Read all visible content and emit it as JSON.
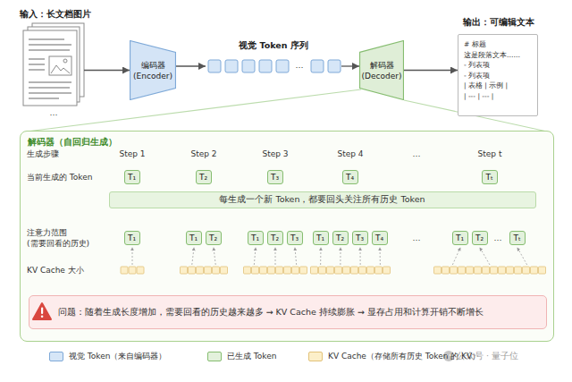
{
  "diagram": {
    "nodes": [
      {
        "text": [
          "输入：长文档图片"
        ]
      },
      {
        "text": [
          "编码器 (Encoder)"
        ]
      },
      {
        "text": [
          "视觉 Token 序列"
        ]
      },
      {
        "text": [
          "解码器 (Decoder)"
        ]
      },
      {
        "text": [
          "输出：可编辑文本",
          "# 标题",
          "这是段落文本……",
          "- 列表项",
          "- 列表项",
          "| 表格 | 示例 |",
          "| --- | --- |"
        ]
      },
      {
        "text": [
          "解码器（自回归生成）"
        ]
      },
      {
        "text": [
          "T₁"
        ],
        "in": 5
      },
      {
        "text": [
          "T₂"
        ],
        "in": 5
      },
      {
        "text": [
          "T₃"
        ],
        "in": 5
      },
      {
        "text": [
          "T₄"
        ],
        "in": 5
      },
      {
        "text": [
          "Tₜ"
        ],
        "in": 5
      },
      {
        "text": [
          "每生成一个新 Token，都要回头关注所有历史 Token"
        ],
        "in": 5
      },
      {
        "text": [
          "T₁"
        ],
        "in": 5
      },
      {
        "text": [
          "T₁"
        ],
        "in": 5
      },
      {
        "text": [
          "T₂"
        ],
        "in": 5
      },
      {
        "text": [
          "T₁"
        ],
        "in": 5
      },
      {
        "text": [
          "T₂"
        ],
        "in": 5
      },
      {
        "text": [
          "T₃"
        ],
        "in": 5
      },
      {
        "text": [
          "T₁"
        ],
        "in": 5
      },
      {
        "text": [
          "T₂"
        ],
        "in": 5
      },
      {
        "text": [
          "T₃"
        ],
        "in": 5
      },
      {
        "text": [
          "T₄"
        ],
        "in": 5
      },
      {
        "text": [
          "T₁"
        ],
        "in": 5
      },
      {
        "text": [
          "T₂"
        ],
        "in": 5
      },
      {
        "text": [
          "Tₜ"
        ],
        "in": 5
      },
      {
        "text": [
          "问题：随着生成长度增加，需要回看的历史越来越多 → KV Cache 持续膨胀 → 显存占用和计算开销不断增长"
        ],
        "in": 5
      }
    ],
    "edges": [
      {
        "from": 0,
        "to": 1,
        "arrow": "to"
      },
      {
        "from": 1,
        "to": 2,
        "arrow": "to"
      },
      {
        "from": 2,
        "to": 3,
        "arrow": "to"
      },
      {
        "from": 3,
        "to": 4,
        "arrow": "to"
      }
    ],
    "labels": [
      "…",
      "…",
      "生成步骤",
      "Step 1",
      "Step 2",
      "Step 3",
      "Step 4",
      "…",
      "Step t",
      "当前生成的 Token",
      "注意力范围 (需要回看的历史)",
      "…",
      "…",
      "KV Cache 大小",
      "公众号 · 量子位"
    ],
    "legend": [
      {
        "text": "视觉 Token（来自编码器）",
        "color": "#d6e6f7"
      },
      {
        "text": "已生成 Token",
        "color": "#e3f1dc"
      },
      {
        "text": "KV Cache（存储所有历史 Token 的 KV）",
        "color": "#fcefc9"
      }
    ]
  }
}
